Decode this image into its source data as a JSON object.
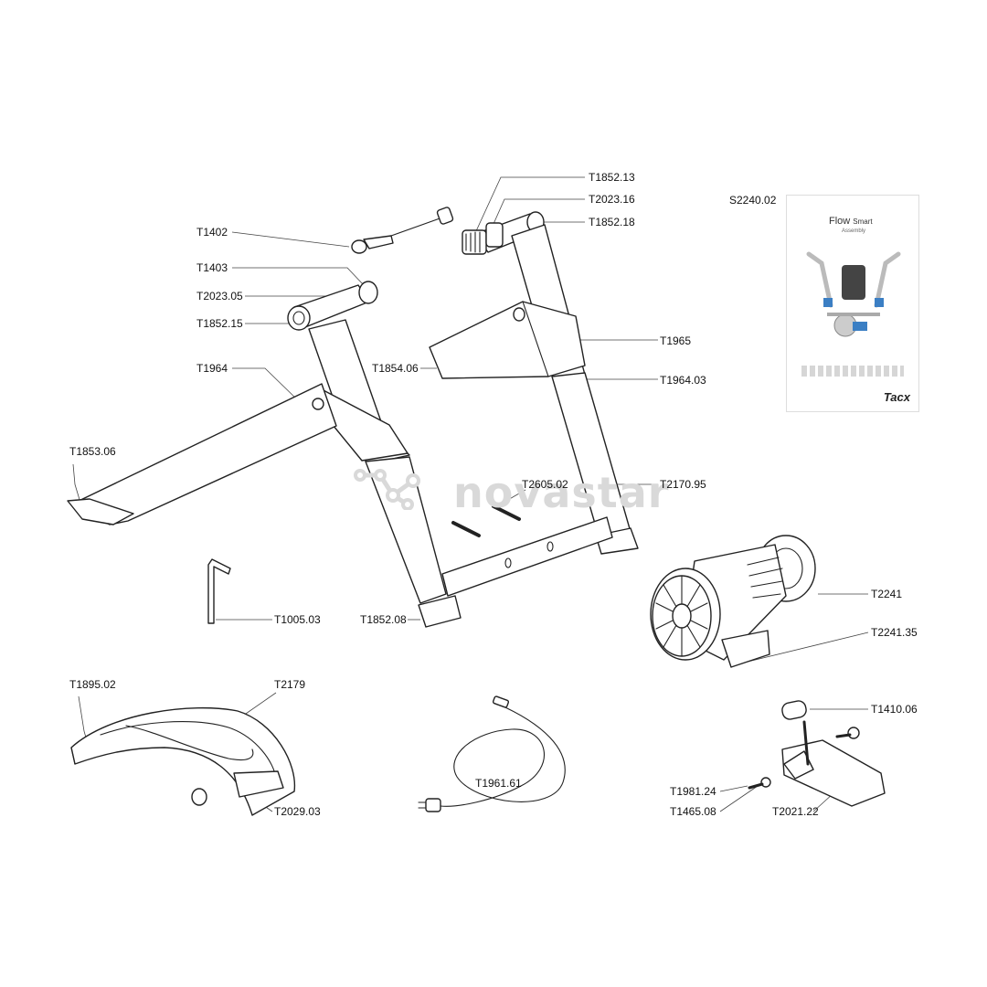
{
  "watermark": {
    "text": "novastar",
    "icon": "molecule-logo-icon"
  },
  "manual": {
    "code": "S2240.02",
    "title": "Flow",
    "title_suffix": "Smart",
    "subtitle": "Assembly",
    "brand": "Tacx"
  },
  "labels": {
    "T1852_13": "T1852.13",
    "T2023_16": "T2023.16",
    "T1852_18": "T1852.18",
    "T1402": "T1402",
    "T1403": "T1403",
    "T2023_05": "T2023.05",
    "T1852_15": "T1852.15",
    "T1964": "T1964",
    "T1965": "T1965",
    "T1854_06": "T1854.06",
    "T1964_03": "T1964.03",
    "T1853_06": "T1853.06",
    "T2605_02": "T2605.02",
    "T2170_95": "T2170.95",
    "T2241": "T2241",
    "T1005_03": "T1005.03",
    "T1852_08": "T1852.08",
    "T2241_35": "T2241.35",
    "T1895_02": "T1895.02",
    "T2179": "T2179",
    "T1410_06": "T1410.06",
    "T1961_61": "T1961.61",
    "T1981_24": "T1981.24",
    "T2029_03": "T2029.03",
    "T1465_08": "T1465.08",
    "T2021_22": "T2021.22"
  }
}
